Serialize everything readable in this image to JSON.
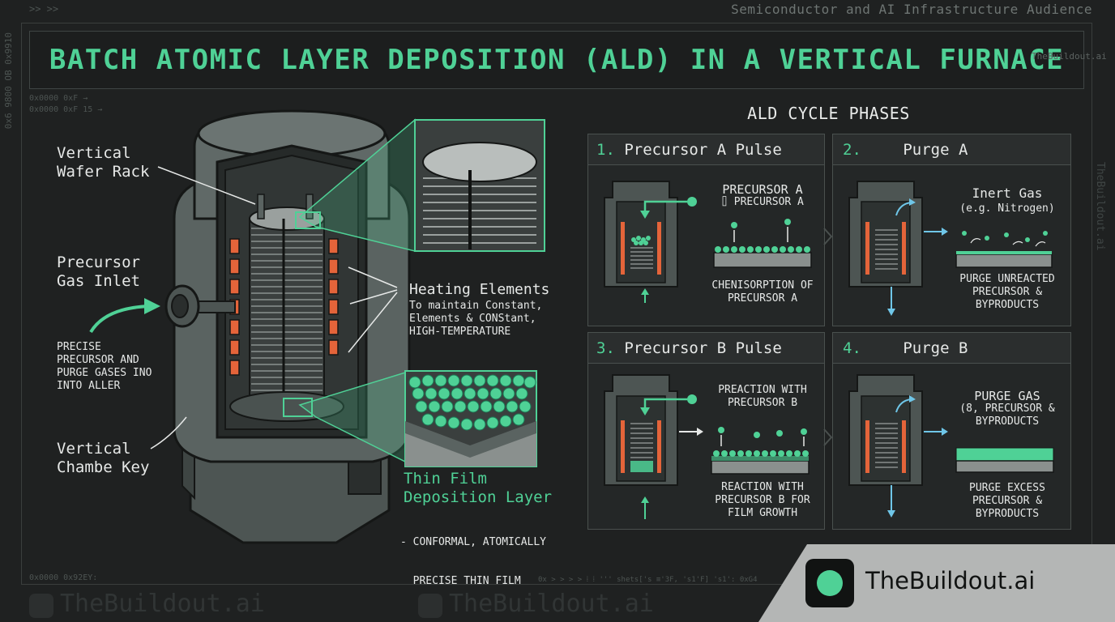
{
  "header": {
    "audience": "Semiconductor and AI Infrastructure Audience",
    "title": "BATCH ATOMIC LAYER DEPOSITION (ALD) IN A VERTICAL FURNACE",
    "brand_small": "TheBuildout.ai",
    "side_watermark": "TheBuildout.ai"
  },
  "labels": {
    "wafer_rack": [
      "Vertical",
      "Wafer Rack"
    ],
    "gas_inlet": [
      "Precursor",
      "Gas Inlet"
    ],
    "gas_inlet_note": [
      "PRECISE",
      "PRECURSOR AND",
      "PURGE GASES INO",
      "INTO ALLER"
    ],
    "chamber_key": [
      "Vertical",
      "Chambe Key"
    ],
    "heating_title": "Heating Elements",
    "heating_note": [
      "To maintain Constant,",
      "Elements & CONStant,",
      "HIGH-TEMPERATURE"
    ],
    "film_title": [
      "Thin Film",
      "Deposition Layer"
    ],
    "film_note": [
      "- CONFORMAL, ATOMICALLY",
      "  PRECISE THIN FILM"
    ]
  },
  "phases": {
    "title": "ALD CYCLE PHASES",
    "cards": [
      {
        "num": "1.",
        "name": "Precursor A Pulse",
        "top_label": [
          "PRECURSOR A",
          "⌷ PRECURSOR A"
        ],
        "bottom_label": [
          "CHENISORPTION OF",
          "PRECURSOR A"
        ]
      },
      {
        "num": "2.",
        "name": "Purge A",
        "top_label": [
          "Inert Gas",
          "(e.g. Nitrogen)"
        ],
        "bottom_label": [
          "PURGE UNREACTED",
          "PRECURSOR &",
          "BYPRODUCTS"
        ]
      },
      {
        "num": "3.",
        "name": "Precursor B Pulse",
        "top_label": [
          "PREACTION WITH",
          "PRECURSOR B"
        ],
        "bottom_label": [
          "REACTION WITH",
          "PRECURSOR B FOR",
          "FILM GROWTH"
        ]
      },
      {
        "num": "4.",
        "name": "Purge B",
        "top_label": [
          "PURGE GAS",
          "(8, PRECURSOR &",
          "BYPRODUCTS"
        ],
        "bottom_label": [
          "PURGE EXCESS",
          "PRECURSOR &",
          "BYPRODUCTS"
        ]
      }
    ]
  },
  "codes": {
    "top_left": ">> >>",
    "side_left": "0x6 9800 OB 0x9910",
    "c1": "0x0000  0xF   →",
    "c2": "0x0000  0xF   15  →",
    "bottom_left": "0x0000 0x92EY:",
    "bottom_mid": "0x > > > > ⁞  ⁞ '''   shets['s ≡'3F, 's1'F] 's1': 0xG4"
  },
  "brand": {
    "name": "TheBuildout.ai",
    "ghost": "TheBuildout.ai"
  },
  "colors": {
    "accent": "#4fd196",
    "heater": "#e4643a",
    "flow": "#6fc6e8",
    "brand_box": "#b4b6b5"
  }
}
